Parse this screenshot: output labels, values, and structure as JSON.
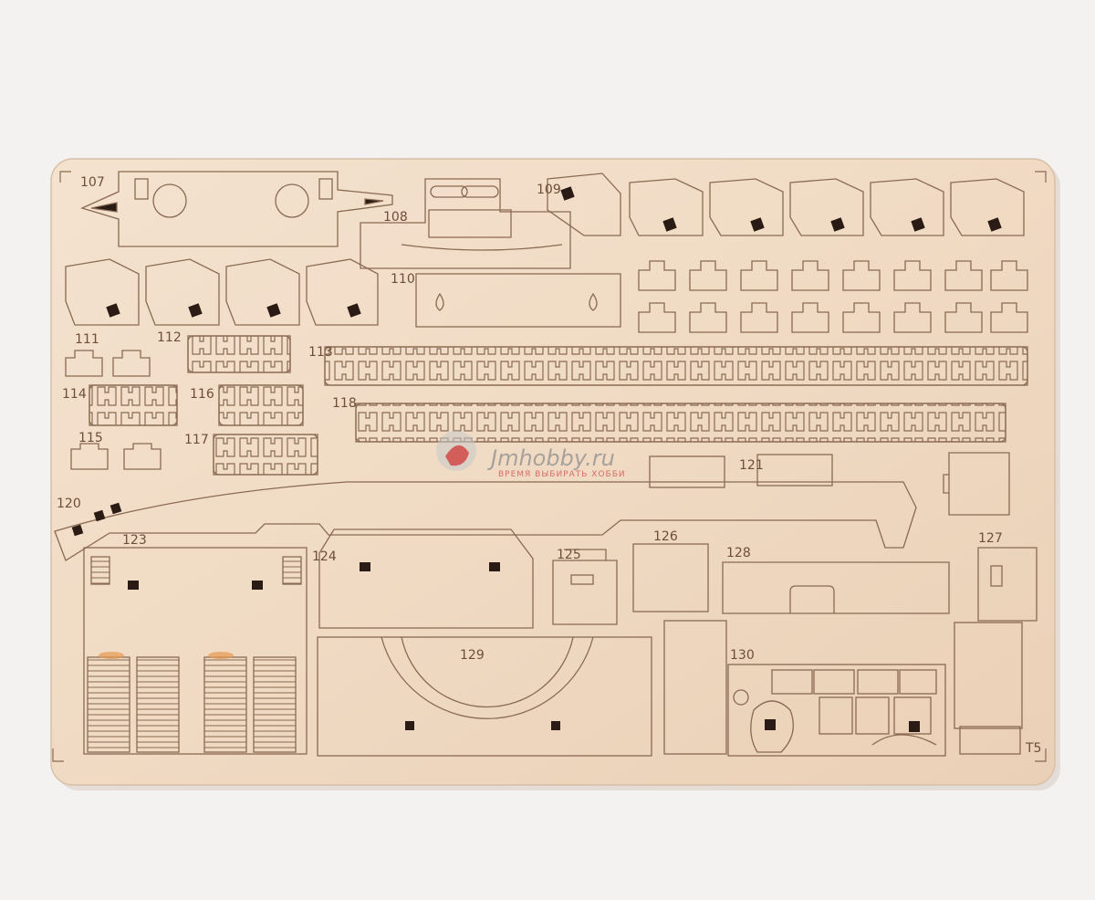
{
  "image": {
    "description_kind": "laser-cut plywood model kit sheet",
    "colors": {
      "background": "#f4f2f1",
      "wood_light": "#f1dcc6",
      "wood_mid": "#e8cdb2",
      "engrave": "#8a6a52",
      "hole": "#2a1c14",
      "burn": "#e49a52"
    }
  },
  "parts": {
    "p107": "107",
    "p108": "108",
    "p109": "109",
    "p110": "110",
    "p111": "111",
    "p112": "112",
    "p113": "113",
    "p114": "114",
    "p115": "115",
    "p116": "116",
    "p117": "117",
    "p118": "118",
    "p120": "120",
    "p121": "121",
    "p123": "123",
    "p124": "124",
    "p125": "125",
    "p126": "126",
    "p127": "127",
    "p128": "128",
    "p129": "129",
    "p130": "130",
    "sheet_id": "T5"
  },
  "watermark": {
    "brand": "Jmhobby.ru",
    "tagline": "ВРЕМЯ ВЫБИРАТЬ ХОББИ"
  }
}
